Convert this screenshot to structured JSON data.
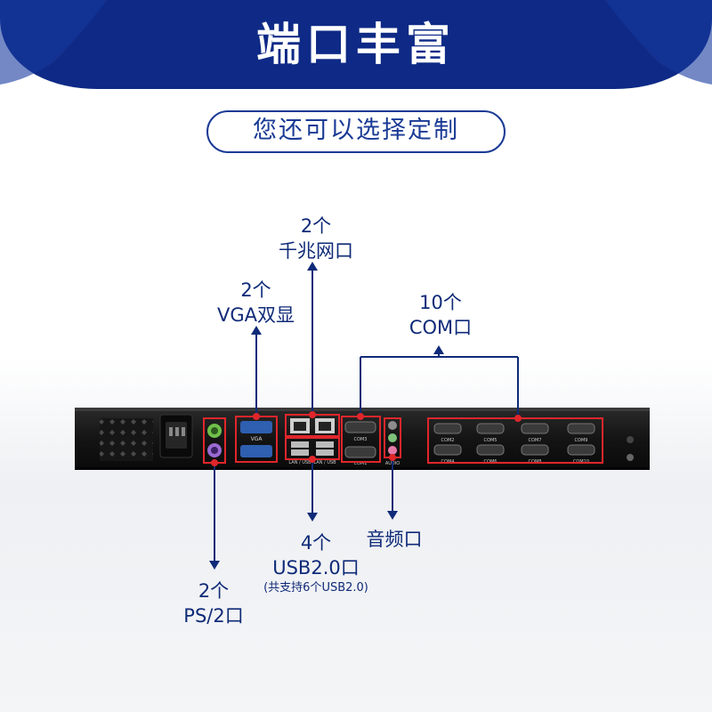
{
  "header": {
    "title": "端口丰富",
    "band_color": "#0e2a86"
  },
  "subtitle": "您还可以选择定制",
  "labels": {
    "lan": {
      "count": "2个",
      "name": "千兆网口"
    },
    "vga": {
      "count": "2个",
      "name": "VGA双显"
    },
    "com": {
      "count": "10个",
      "name": "COM口"
    },
    "usb": {
      "count": "4个",
      "name": "USB2.0口",
      "note": "(共支持6个USB2.0)"
    },
    "audio": {
      "name": "音频口"
    },
    "ps2": {
      "count": "2个",
      "name": "PS/2口"
    }
  },
  "panel": {
    "vga_top": "VGA",
    "lan_usb_1": "LAN / USB",
    "lan_usb_2": "LAN / USB",
    "com1": "COM1",
    "com_mid": "COM3",
    "audio": "AUDIO",
    "com_grid_top": [
      "COM2",
      "COM5",
      "COM7",
      "COM9"
    ],
    "com_grid_bottom": [
      "COM4",
      "COM6",
      "COM8",
      "COM10"
    ]
  },
  "colors": {
    "accent": "#0e2a86",
    "highlight_box": "#e0262b",
    "chassis": "#1b1b1b"
  }
}
